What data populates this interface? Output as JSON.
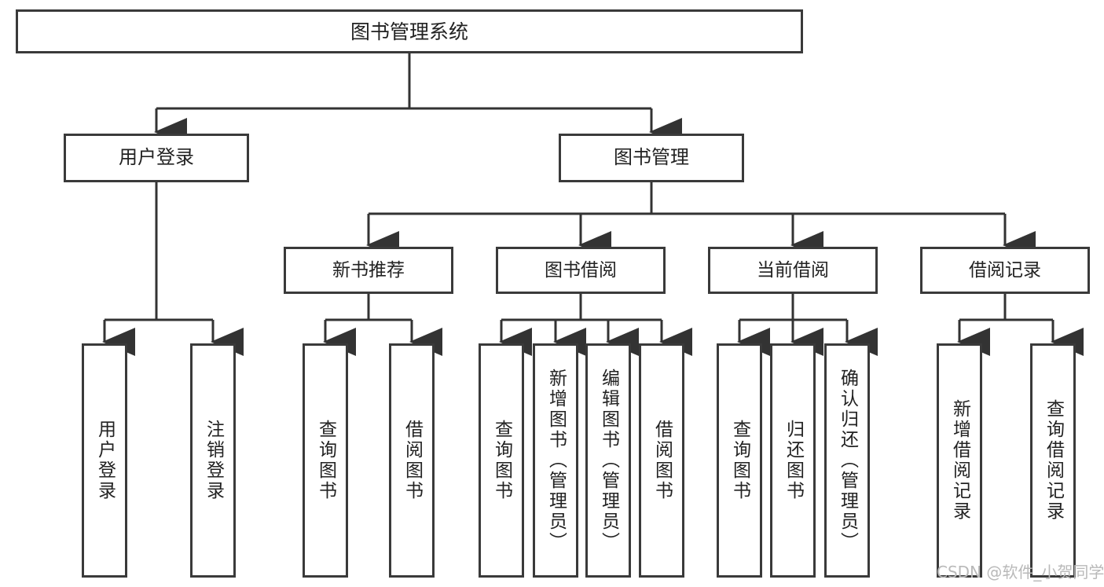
{
  "diagram": {
    "type": "hierarchy-tree",
    "title": "图书管理系统",
    "watermark": "CSDN @软件_小贺同学",
    "colors": {
      "box_stroke": "#3a3a3a",
      "box_fill": "#ffffff",
      "connector": "#333333",
      "text": "#222222",
      "watermark": "#b9b9b9",
      "page_background": "#ffffff"
    },
    "levels": {
      "root": "图书管理系统",
      "level2": [
        "用户登录",
        "图书管理"
      ],
      "level3": [
        "新书推荐",
        "图书借阅",
        "当前借阅",
        "借阅记录"
      ]
    },
    "nodes": {
      "root": {
        "label": "图书管理系统"
      },
      "user_login": {
        "label": "用户登录"
      },
      "book_manage": {
        "label": "图书管理"
      },
      "new_book_rec": {
        "label": "新书推荐"
      },
      "book_borrow": {
        "label": "图书借阅"
      },
      "current_borrow": {
        "label": "当前借阅"
      },
      "borrow_record": {
        "label": "借阅记录"
      },
      "leaf_user_login": {
        "label": "用户登录"
      },
      "leaf_logout": {
        "label": "注销登录"
      },
      "leaf_query_book_1": {
        "label": "查询图书"
      },
      "leaf_borrow_book_1": {
        "label": "借阅图书"
      },
      "leaf_query_book_2": {
        "label": "查询图书"
      },
      "leaf_add_book": {
        "label": "新增图书（管理员）"
      },
      "leaf_edit_book": {
        "label": "编辑图书（管理员）"
      },
      "leaf_borrow_book_2": {
        "label": "借阅图书"
      },
      "leaf_query_book_3": {
        "label": "查询图书"
      },
      "leaf_return_book": {
        "label": "归还图书"
      },
      "leaf_confirm_return": {
        "label": "确认归还（管理员）"
      },
      "leaf_add_record": {
        "label": "新增借阅记录"
      },
      "leaf_query_record": {
        "label": "查询借阅记录"
      }
    },
    "edges": [
      {
        "from": "root",
        "to": "user_login"
      },
      {
        "from": "root",
        "to": "book_manage"
      },
      {
        "from": "user_login",
        "to": "leaf_user_login"
      },
      {
        "from": "user_login",
        "to": "leaf_logout"
      },
      {
        "from": "book_manage",
        "to": "new_book_rec"
      },
      {
        "from": "book_manage",
        "to": "book_borrow"
      },
      {
        "from": "book_manage",
        "to": "current_borrow"
      },
      {
        "from": "book_manage",
        "to": "borrow_record"
      },
      {
        "from": "new_book_rec",
        "to": "leaf_query_book_1"
      },
      {
        "from": "new_book_rec",
        "to": "leaf_borrow_book_1"
      },
      {
        "from": "book_borrow",
        "to": "leaf_query_book_2"
      },
      {
        "from": "book_borrow",
        "to": "leaf_add_book"
      },
      {
        "from": "book_borrow",
        "to": "leaf_edit_book"
      },
      {
        "from": "book_borrow",
        "to": "leaf_borrow_book_2"
      },
      {
        "from": "current_borrow",
        "to": "leaf_query_book_3"
      },
      {
        "from": "current_borrow",
        "to": "leaf_return_book"
      },
      {
        "from": "current_borrow",
        "to": "leaf_confirm_return"
      },
      {
        "from": "borrow_record",
        "to": "leaf_add_record"
      },
      {
        "from": "borrow_record",
        "to": "leaf_query_record"
      }
    ]
  }
}
